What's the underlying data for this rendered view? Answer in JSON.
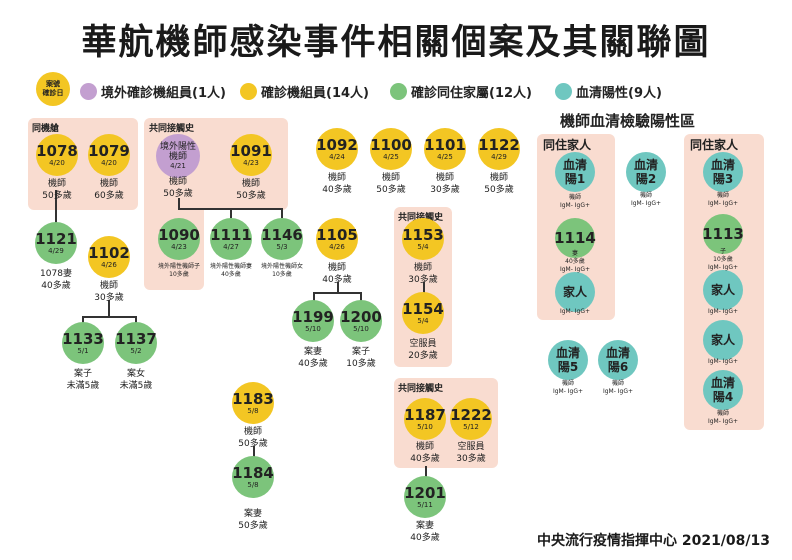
{
  "title": "華航機師感染事件相關個案及其關聯圖",
  "key": {
    "line1": "案號",
    "line2": "確診日"
  },
  "legend": [
    {
      "label": "境外確診機組員(1人)",
      "color": "#c39fd0"
    },
    {
      "label": "確診機組員(14人)",
      "color": "#f3c623"
    },
    {
      "label": "確診同住家屬(12人)",
      "color": "#7cc47b"
    },
    {
      "label": "血清陽性(9人)",
      "color": "#6fc7c0"
    }
  ],
  "groups": {
    "same_cabin": "同機艙",
    "common_contact_1": "共同接觸史",
    "common_contact_2": "共同接觸史",
    "common_contact_3": "共同接觸史",
    "household_1": "同住家人",
    "household_2": "同住家人"
  },
  "serology_section": "機師血清檢驗陽性區",
  "cases": {
    "c1078": {
      "num": "1078",
      "date": "4/20",
      "desc1": "機師",
      "desc2": "50多歲"
    },
    "c1079": {
      "num": "1079",
      "date": "4/20",
      "desc1": "機師",
      "desc2": "60多歲"
    },
    "c1121": {
      "num": "1121",
      "date": "4/29",
      "desc1": "1078妻",
      "desc2": "40多歲"
    },
    "c1102": {
      "num": "1102",
      "date": "4/26",
      "desc1": "機師",
      "desc2": "30多歲"
    },
    "c1133": {
      "num": "1133",
      "date": "5/1",
      "desc1": "案子",
      "desc2": "未滿5歲"
    },
    "c1137": {
      "num": "1137",
      "date": "5/2",
      "desc1": "案女",
      "desc2": "未滿5歲"
    },
    "cOverseas": {
      "line1": "境外陽性",
      "line2": "機師",
      "date": "4/21",
      "desc1": "機師",
      "desc2": "50多歲"
    },
    "c1091": {
      "num": "1091",
      "date": "4/23",
      "desc1": "機師",
      "desc2": "50多歲"
    },
    "c1090": {
      "num": "1090",
      "date": "4/23",
      "desc1": "境外陽性機師子",
      "desc2": "10多歲"
    },
    "c1111": {
      "num": "1111",
      "date": "4/27",
      "desc1": "境外陽性機師妻",
      "desc2": "40多歲"
    },
    "c1146": {
      "num": "1146",
      "date": "5/3",
      "desc1": "境外陽性機師女",
      "desc2": "10多歲"
    },
    "c1092": {
      "num": "1092",
      "date": "4/24",
      "desc1": "機師",
      "desc2": "40多歲"
    },
    "c1100": {
      "num": "1100",
      "date": "4/25",
      "desc1": "機師",
      "desc2": "50多歲"
    },
    "c1101": {
      "num": "1101",
      "date": "4/25",
      "desc1": "機師",
      "desc2": "30多歲"
    },
    "c1122": {
      "num": "1122",
      "date": "4/29",
      "desc1": "機師",
      "desc2": "50多歲"
    },
    "c1105": {
      "num": "1105",
      "date": "4/26",
      "desc1": "機師",
      "desc2": "40多歲"
    },
    "c1199": {
      "num": "1199",
      "date": "5/10",
      "desc1": "案妻",
      "desc2": "40多歲"
    },
    "c1200": {
      "num": "1200",
      "date": "5/10",
      "desc1": "案子",
      "desc2": "10多歲"
    },
    "c1153": {
      "num": "1153",
      "date": "5/4",
      "desc1": "機師",
      "desc2": "30多歲"
    },
    "c1154": {
      "num": "1154",
      "date": "5/4",
      "desc1": "空服員",
      "desc2": "20多歲"
    },
    "c1183": {
      "num": "1183",
      "date": "5/8",
      "desc1": "機師",
      "desc2": "50多歲"
    },
    "c1184": {
      "num": "1184",
      "date": "5/8",
      "desc1": "案妻",
      "desc2": "50多歲"
    },
    "c1187": {
      "num": "1187",
      "date": "5/10",
      "desc1": "機師",
      "desc2": "40多歲"
    },
    "c1222": {
      "num": "1222",
      "date": "5/12",
      "desc1": "空服員",
      "desc2": "30多歲"
    },
    "c1201": {
      "num": "1201",
      "date": "5/11",
      "desc1": "案妻",
      "desc2": "40多歲"
    }
  },
  "serology": {
    "s1": {
      "line1": "血清",
      "line2": "陽1",
      "desc1": "機師",
      "desc2": "IgM- IgG+"
    },
    "c1114": {
      "num": "1114",
      "date": "",
      "desc1": "妻",
      "desc2": "40多歲",
      "desc3": "IgM- IgG+"
    },
    "fam1": {
      "word": "家人",
      "desc1": "IgM- IgG+"
    },
    "s2": {
      "line1": "血清",
      "line2": "陽2",
      "desc1": "機師",
      "desc2": "IgM- IgG+"
    },
    "s3": {
      "line1": "血清",
      "line2": "陽3",
      "desc1": "機師",
      "desc2": "IgM- IgG+"
    },
    "c1113": {
      "num": "1113",
      "date": "",
      "desc1": "子",
      "desc2": "10多歲",
      "desc3": "IgM- IgG+"
    },
    "fam2": {
      "word": "家人",
      "desc1": "IgM- IgG+"
    },
    "fam3": {
      "word": "家人",
      "desc1": "IgM- IgG+"
    },
    "s4": {
      "line1": "血清",
      "line2": "陽4",
      "desc1": "機師",
      "desc2": "IgM- IgG+"
    },
    "s5": {
      "line1": "血清",
      "line2": "陽5",
      "desc1": "機師",
      "desc2": "IgM- IgG+"
    },
    "s6": {
      "line1": "血清",
      "line2": "陽6",
      "desc1": "機師",
      "desc2": "IgM- IgG+"
    }
  },
  "footer": "中央流行疫情指揮中心 2021/08/13"
}
